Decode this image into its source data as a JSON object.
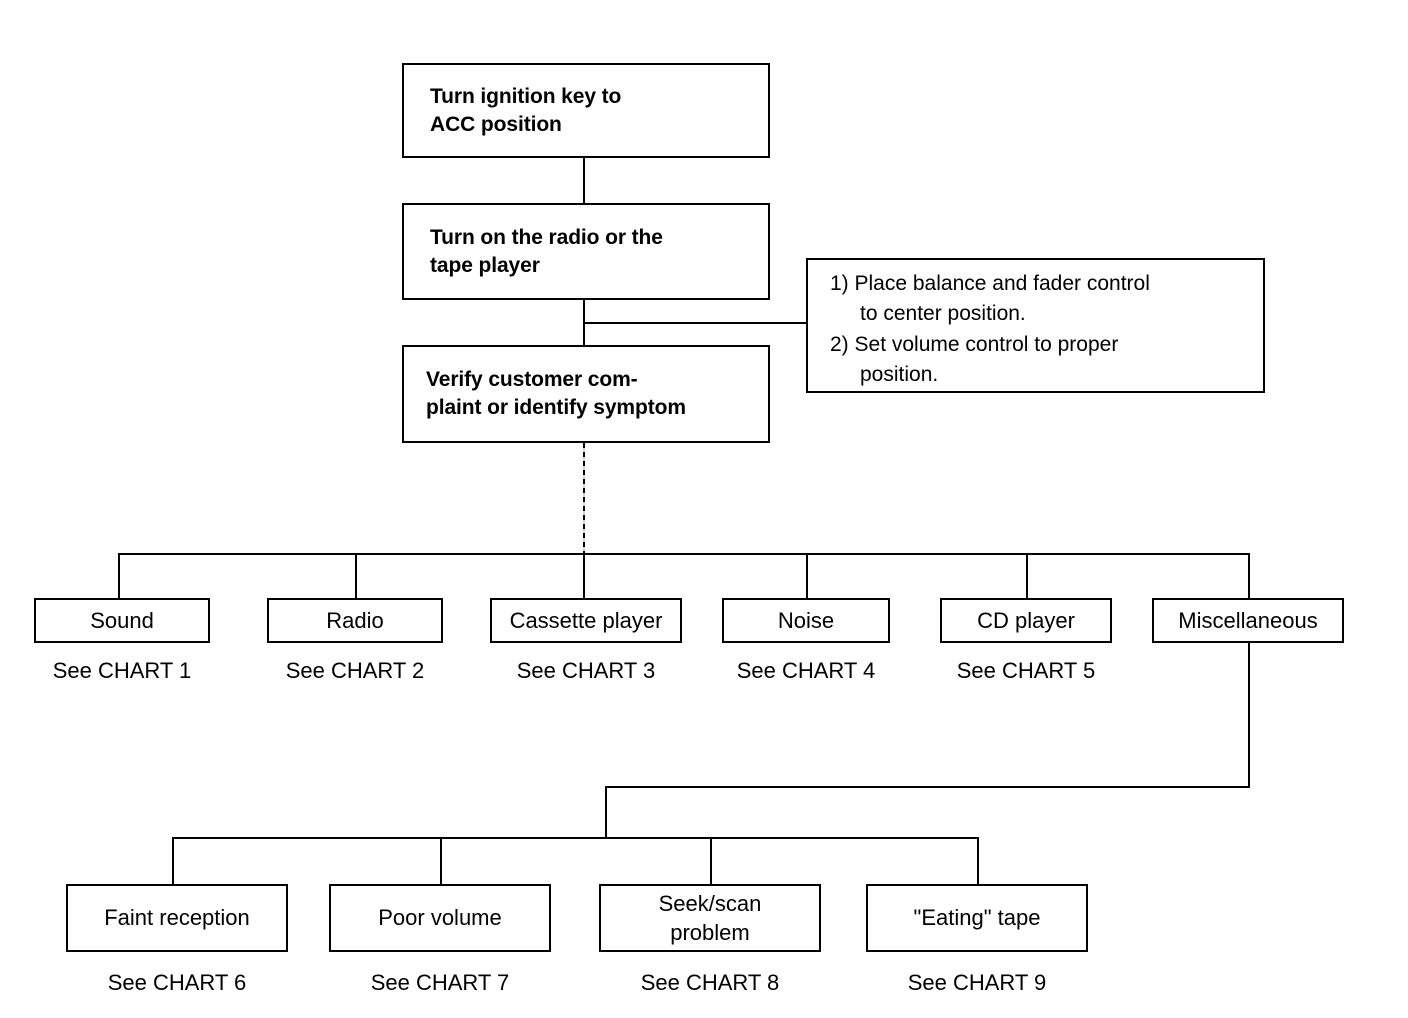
{
  "diagram": {
    "title_flow": {
      "step1": "Turn ignition key to\nACC position",
      "step2": "Turn on the radio or the\ntape player",
      "step3": "Verify customer com-\nplaint  or identify symptom"
    },
    "note": {
      "item1": "1) Place balance and fader control\nto center position.",
      "item2": "2) Set volume control to proper\nposition."
    },
    "symptom_boxes": [
      {
        "label": "Sound",
        "chart": "See CHART 1"
      },
      {
        "label": "Radio",
        "chart": "See CHART 2"
      },
      {
        "label": "Cassette player",
        "chart": "See CHART 3"
      },
      {
        "label": "Noise",
        "chart": "See CHART 4"
      },
      {
        "label": "CD player",
        "chart": "See CHART 5"
      },
      {
        "label": "Miscellaneous",
        "chart": ""
      }
    ],
    "misc_boxes": [
      {
        "label": "Faint reception",
        "chart": "See CHART 6"
      },
      {
        "label": "Poor volume",
        "chart": "See CHART 7"
      },
      {
        "label": "Seek/scan\nproblem",
        "chart": "See CHART 8"
      },
      {
        "label": "\"Eating\" tape",
        "chart": "See CHART 9"
      }
    ],
    "colors": {
      "line": "#000000",
      "background": "#ffffff",
      "text": "#000000"
    }
  }
}
